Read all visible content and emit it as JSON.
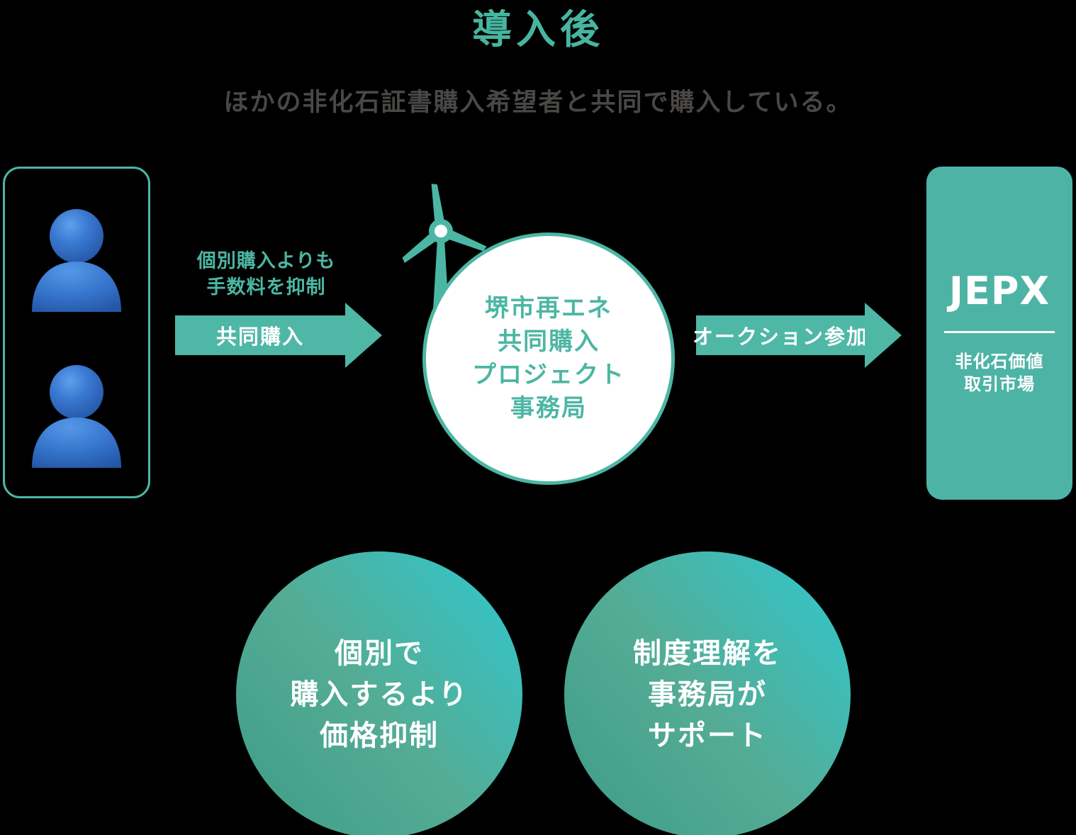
{
  "title": "導入後",
  "subtitle": "ほかの非化石証書購入希望者と共同で購入している。",
  "colors": {
    "teal": "#4CB6A4",
    "arrow_teal": "#4FB7A6",
    "jepx_teal": "#4DB4A5",
    "subtitle_gray": "#4A4846",
    "person_blue": "#3273C8",
    "benefit_gradient_start": "#3E9B88",
    "benefit_gradient_end": "#2FC8D0",
    "white": "#FFFFFF"
  },
  "icons": {
    "actors": "person-icon",
    "hub": "wind-turbine-icon"
  },
  "flow": {
    "arrow1": {
      "note_line1": "個別購入よりも",
      "note_line2": "手数料を抑制",
      "label": "共同購入"
    },
    "hub": {
      "lines": [
        "堺市再エネ",
        "共同購入",
        "プロジェクト",
        "事務局"
      ]
    },
    "arrow2": {
      "label": "オークション参加"
    },
    "jepx": {
      "name": "JEPX",
      "sub_line1": "非化石価値",
      "sub_line2": "取引市場"
    }
  },
  "benefits": [
    {
      "lines": [
        "個別で",
        "購入するより",
        "価格抑制"
      ]
    },
    {
      "lines": [
        "制度理解を",
        "事務局が",
        "サポート"
      ]
    }
  ]
}
